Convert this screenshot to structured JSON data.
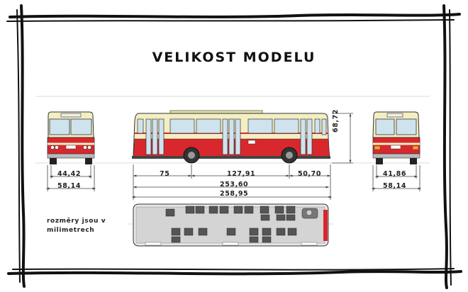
{
  "title": "VELIKOST MODELU",
  "dimensions": {
    "front_inner": "44,42",
    "front_outer": "58,14",
    "side_left_overhang": "75",
    "side_wheelbase": "127,91",
    "side_right_overhang": "50,70",
    "side_body_length": "253,60",
    "side_total_length": "258,95",
    "height": "68,72",
    "rear_inner": "41,86",
    "rear_outer": "58,14"
  },
  "note": "rozměry jsou v milimetrech",
  "colors": {
    "cream": "#f4efc2",
    "red": "#d9272e",
    "window": "#cfe3ee",
    "outline": "#333333",
    "frame": "#111111"
  }
}
